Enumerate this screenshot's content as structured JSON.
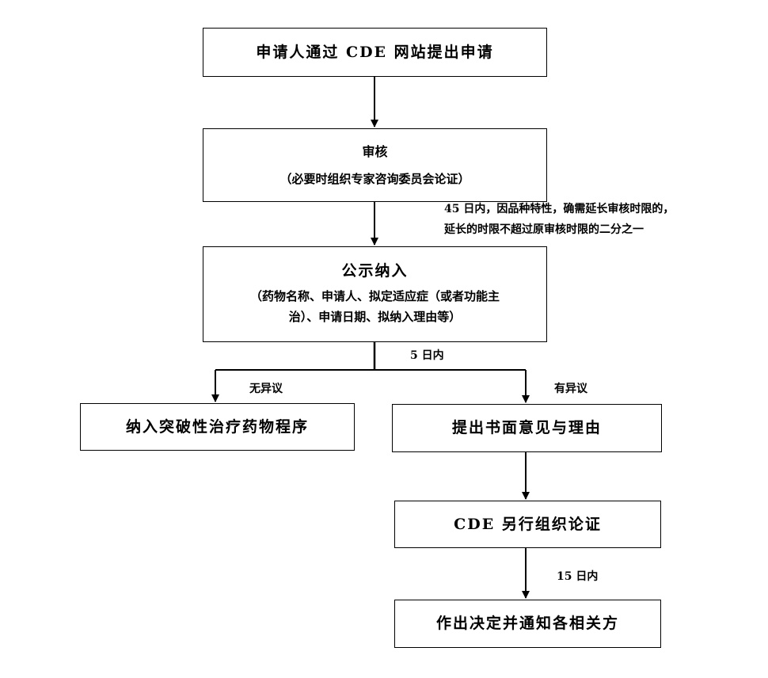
{
  "nodes": {
    "apply": "申请人通过 CDE 网站提出申请",
    "review_title": "审核",
    "review_note": "（必要时组织专家咨询委员会论证）",
    "publicity_title": "公示纳入",
    "publicity_line1": "（药物名称、申请人、拟定适应症（或者功能主",
    "publicity_line2": "治）、申请日期、拟纳入理由等）",
    "include": "纳入突破性治疗药物程序",
    "objection": "提出书面意见与理由",
    "cde_reassess": "CDE 另行组织论证",
    "decision": "作出决定并通知各相关方"
  },
  "labels": {
    "review_deadline_line1": "45 日内，因品种特性，确需延长审核时限的，",
    "review_deadline_line2": "延长的时限不超过原审核时限的二分之一",
    "publicity_period": "5 日内",
    "no_objection": "无异议",
    "has_objection": "有异议",
    "reassess_deadline": "15 日内"
  }
}
